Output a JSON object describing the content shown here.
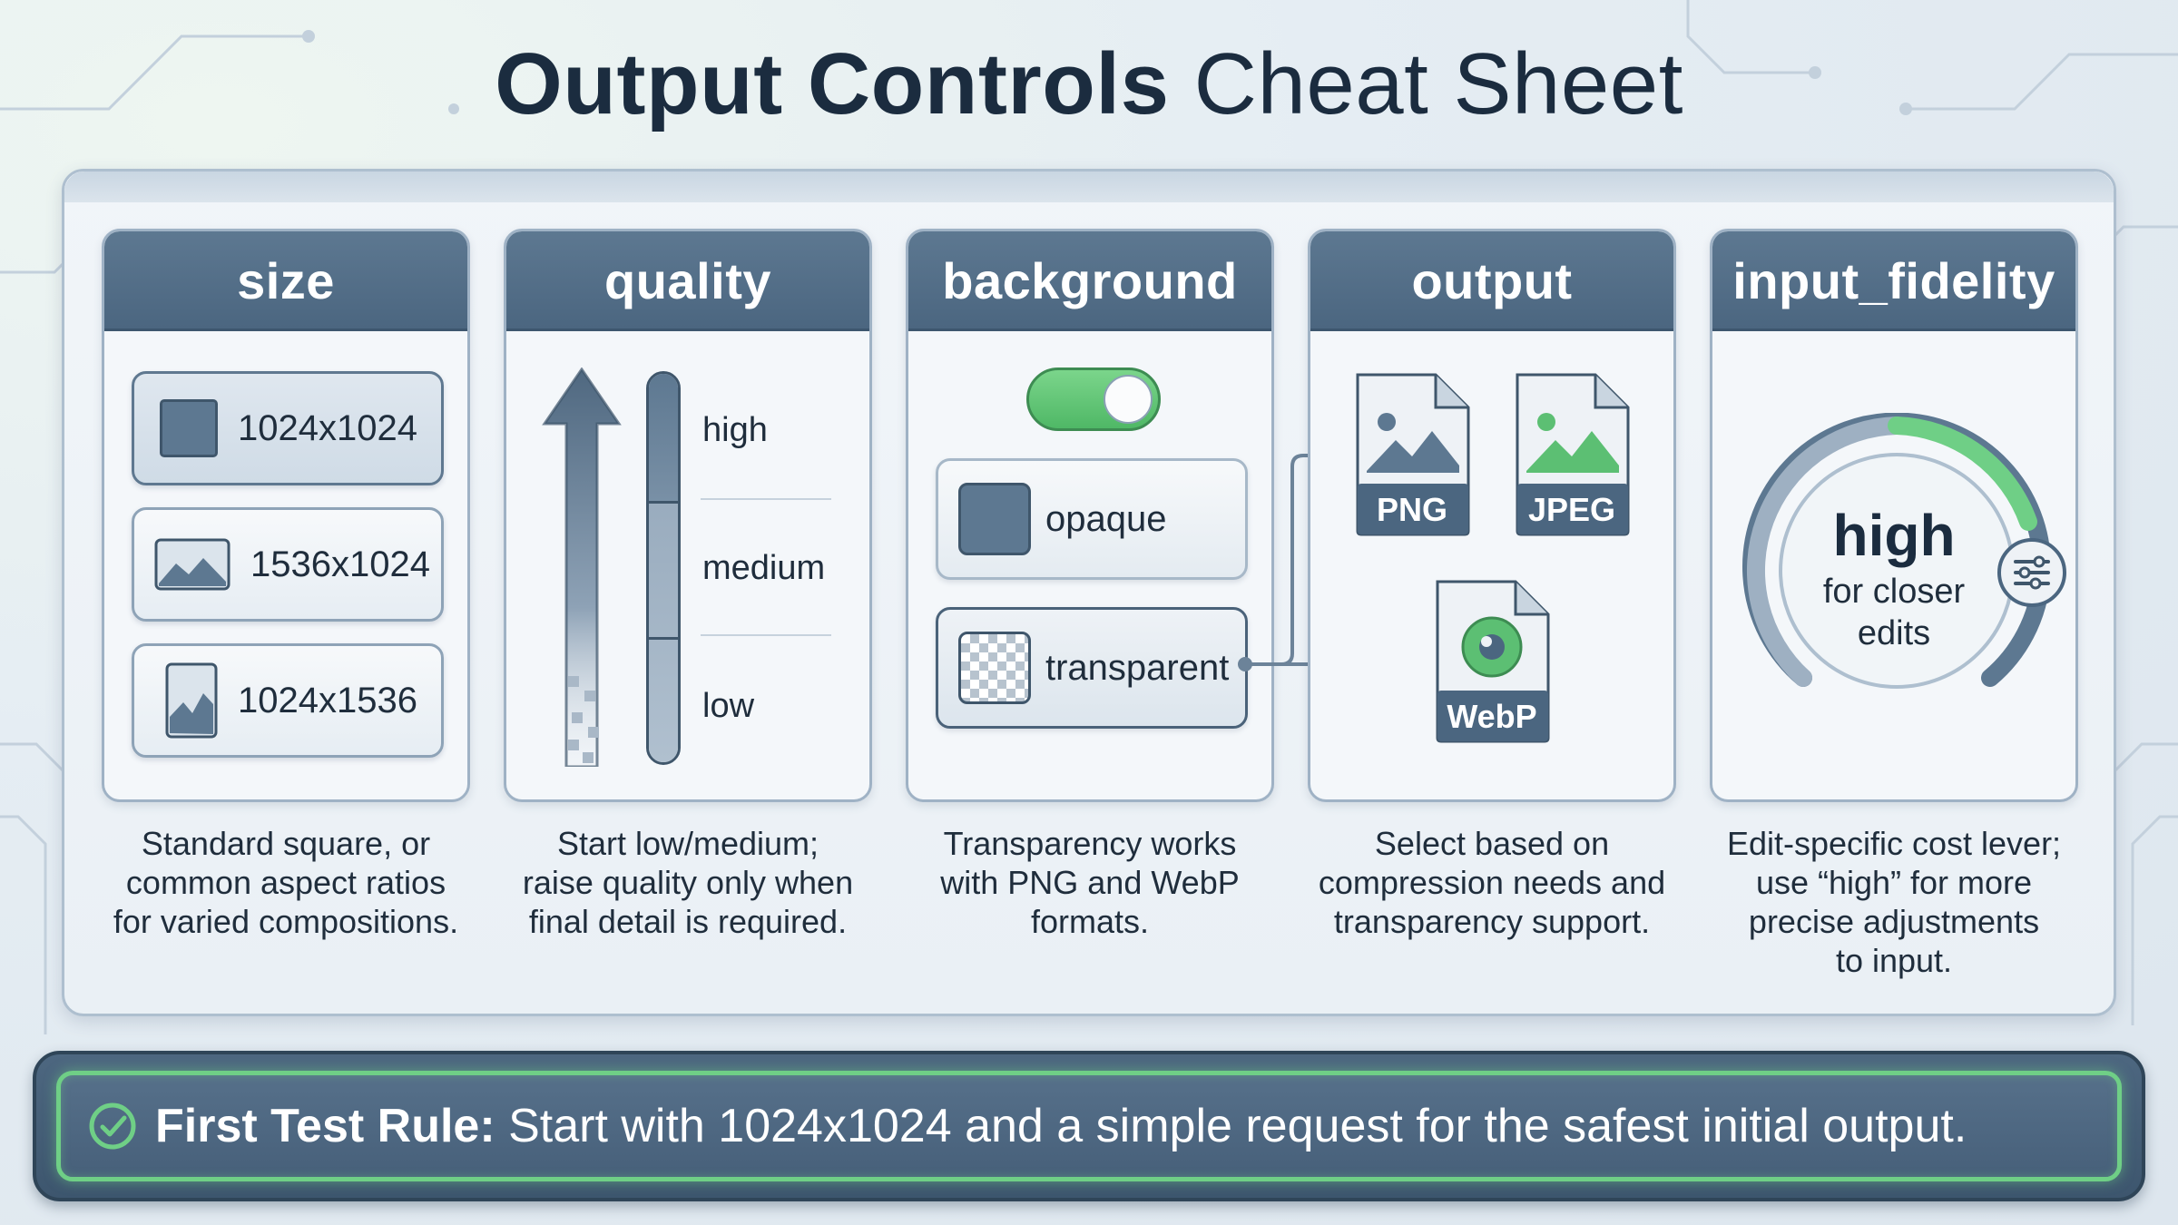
{
  "title": {
    "bold": "Output Controls",
    "light": "Cheat Sheet"
  },
  "cards": {
    "size": {
      "header": "size",
      "options": [
        "1024x1024",
        "1536x1024",
        "1024x1536"
      ],
      "selected": "1024x1024",
      "caption": [
        "Standard square, or",
        "common aspect ratios",
        "for varied compositions."
      ]
    },
    "quality": {
      "header": "quality",
      "levels": [
        "high",
        "medium",
        "low"
      ],
      "caption": [
        "Start low/medium;",
        "raise quality only when",
        "final detail is required."
      ]
    },
    "background": {
      "header": "background",
      "toggle_on": true,
      "options": [
        "opaque",
        "transparent"
      ],
      "selected": "transparent",
      "caption": [
        "Transparency works",
        "with PNG and WebP",
        "formats."
      ]
    },
    "output": {
      "header": "output",
      "formats": [
        "PNG",
        "JPEG",
        "WebP"
      ],
      "caption": [
        "Select based on",
        "compression needs and",
        "transparency support."
      ]
    },
    "input_fidelity": {
      "header": "input_fidelity",
      "value": "high",
      "subtext": [
        "for closer",
        "edits"
      ],
      "caption": [
        "Edit-specific cost lever;",
        "use “high” for more",
        "precise adjustments",
        "to input."
      ]
    }
  },
  "rule": {
    "label": "First Test Rule:",
    "text": "Start with 1024x1024 and a simple request for the safest initial output."
  },
  "icons": {
    "size_square": "square-shape-icon",
    "size_landscape": "landscape-image-icon",
    "size_portrait": "portrait-image-icon",
    "quality_arrow": "up-arrow-icon",
    "settings": "sliders-icon",
    "rule": "check-circle-icon"
  },
  "colors": {
    "header": "#4b6680",
    "accent_green": "#6fcf86",
    "text_dark": "#1b2c3f"
  }
}
